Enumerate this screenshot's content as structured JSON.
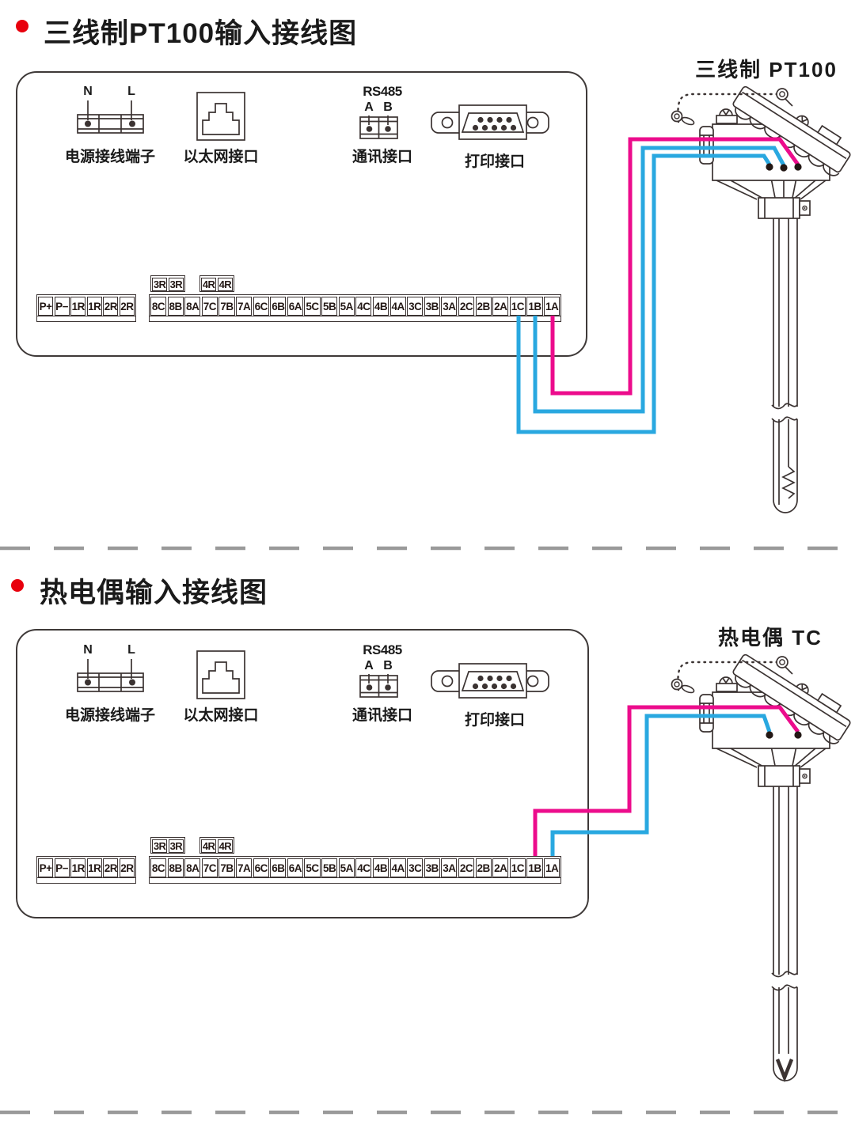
{
  "page": {
    "background": "#ffffff"
  },
  "colors": {
    "accent_red": "#e8000d",
    "line": "#3b3332",
    "text": "#1a1a1a",
    "wire_magenta": "#ec0c8c",
    "wire_blue": "#29a8e0",
    "divider": "#9a9a9a"
  },
  "sections": [
    {
      "title": "三线制PT100输入接线图",
      "sensor": {
        "label": "三线制 PT100",
        "type_name": "pt100-3wire-probe"
      },
      "panel": {
        "components": [
          {
            "caption": "电源接线端子",
            "pins": [
              "N",
              "L"
            ]
          },
          {
            "caption": "以太网接口"
          },
          {
            "heading": "RS485",
            "caption": "通讯接口",
            "pins": [
              "A",
              "B"
            ]
          },
          {
            "caption": "打印接口"
          }
        ],
        "aux_terminals": [
          "3R",
          "3R",
          "4R",
          "4R"
        ],
        "left_terminals": [
          "P+",
          "P−",
          "1R",
          "1R",
          "2R",
          "2R"
        ],
        "right_terminals": [
          "8C",
          "8B",
          "8A",
          "7C",
          "7B",
          "7A",
          "6C",
          "6B",
          "6A",
          "5C",
          "5B",
          "5A",
          "4C",
          "4B",
          "4A",
          "3C",
          "3B",
          "3A",
          "2C",
          "2B",
          "2A",
          "1C",
          "1B",
          "1A"
        ]
      },
      "wires": [
        {
          "terminal": "1A",
          "color": "magenta"
        },
        {
          "terminal": "1B",
          "color": "blue"
        },
        {
          "terminal": "1C",
          "color": "blue"
        }
      ]
    },
    {
      "title": "热电偶输入接线图",
      "sensor": {
        "label": "热电偶 TC",
        "type_name": "thermocouple-probe"
      },
      "panel": {
        "components": [
          {
            "caption": "电源接线端子",
            "pins": [
              "N",
              "L"
            ]
          },
          {
            "caption": "以太网接口"
          },
          {
            "heading": "RS485",
            "caption": "通讯接口",
            "pins": [
              "A",
              "B"
            ]
          },
          {
            "caption": "打印接口"
          }
        ],
        "aux_terminals": [
          "3R",
          "3R",
          "4R",
          "4R"
        ],
        "left_terminals": [
          "P+",
          "P−",
          "1R",
          "1R",
          "2R",
          "2R"
        ],
        "right_terminals": [
          "8C",
          "8B",
          "8A",
          "7C",
          "7B",
          "7A",
          "6C",
          "6B",
          "6A",
          "5C",
          "5B",
          "5A",
          "4C",
          "4B",
          "4A",
          "3C",
          "3B",
          "3A",
          "2C",
          "2B",
          "2A",
          "1C",
          "1B",
          "1A"
        ]
      },
      "wires": [
        {
          "terminal": "1B",
          "color": "magenta"
        },
        {
          "terminal": "1A",
          "color": "blue"
        }
      ]
    }
  ]
}
